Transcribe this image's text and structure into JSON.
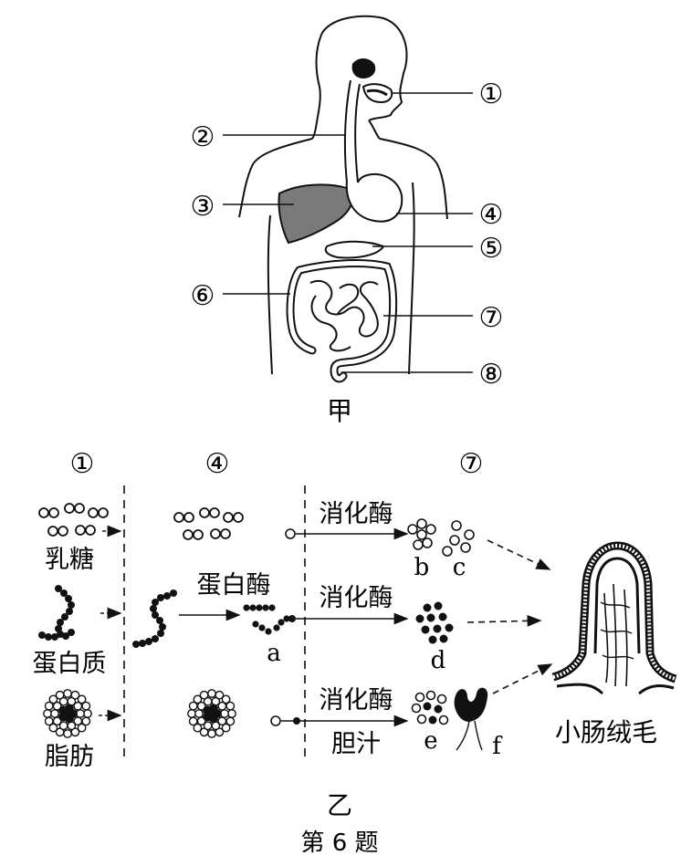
{
  "figure_jia": {
    "caption": "甲",
    "labels": [
      "①",
      "②",
      "③",
      "④",
      "⑤",
      "⑥",
      "⑦",
      "⑧"
    ]
  },
  "figure_yi": {
    "caption": "乙",
    "col_headers": [
      "①",
      "④",
      "⑦"
    ],
    "rows": {
      "lactose": {
        "name": "乳糖",
        "enzyme": "消化酶"
      },
      "protein": {
        "name": "蛋白质",
        "enzyme_stomach": "蛋白酶",
        "enzyme": "消化酶"
      },
      "fat": {
        "name": "脂肪",
        "enzyme": "消化酶",
        "bile": "胆汁"
      }
    },
    "letters": [
      "a",
      "b",
      "c",
      "d",
      "e",
      "f"
    ],
    "villus_label": "小肠绒毛"
  },
  "question_label": "第 6 题"
}
